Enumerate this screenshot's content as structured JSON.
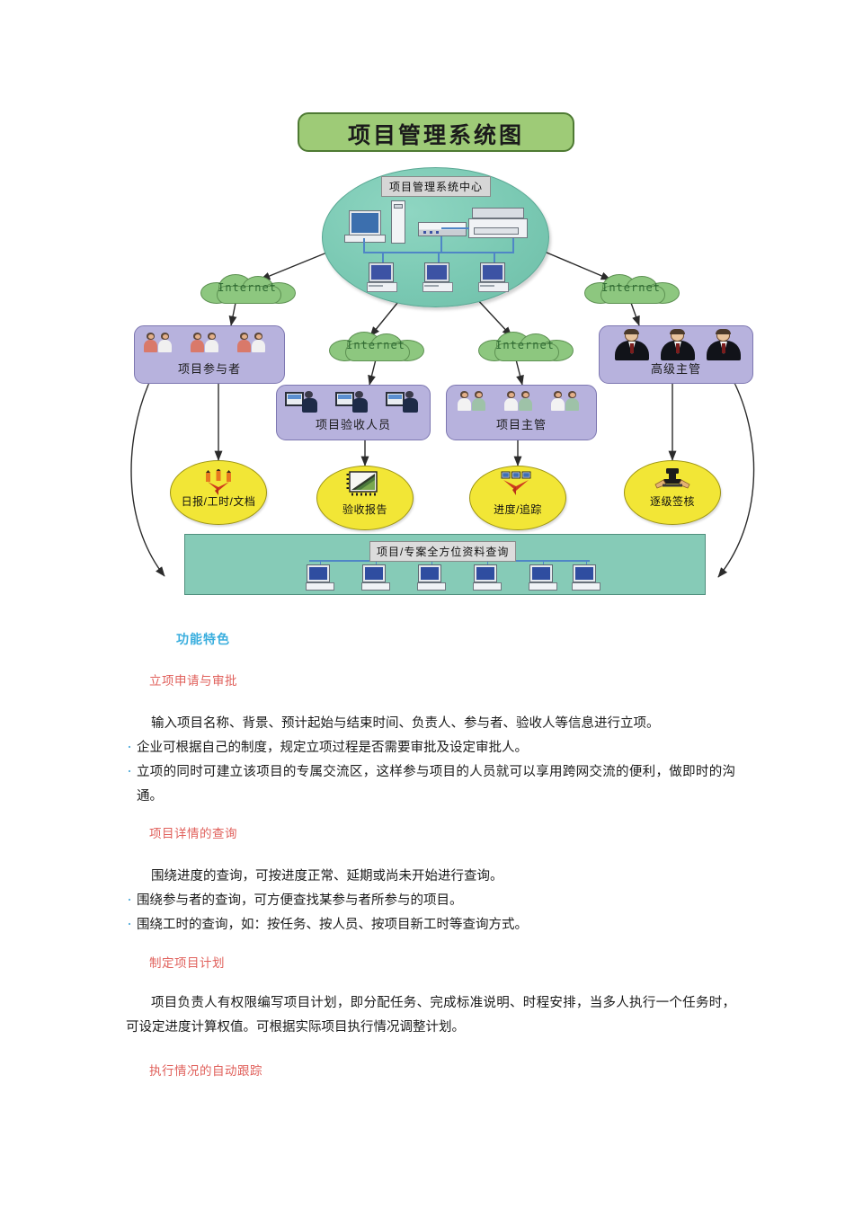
{
  "diagram": {
    "title": "项目管理系统图",
    "center": {
      "label": "项目管理系统中心"
    },
    "clouds": [
      {
        "label": "Internet"
      },
      {
        "label": "Internet"
      },
      {
        "label": "Internet"
      },
      {
        "label": "Internet"
      }
    ],
    "roles": [
      {
        "label": "项目参与者"
      },
      {
        "label": "项目验收人员"
      },
      {
        "label": "项目主管"
      },
      {
        "label": "高级主管"
      }
    ],
    "functions": [
      {
        "label": "日报/工时/文档",
        "icon": "docs-icon"
      },
      {
        "label": "验收报告",
        "icon": "report-chart-icon"
      },
      {
        "label": "进度/追踪",
        "icon": "tracking-icon"
      },
      {
        "label": "逐级签核",
        "icon": "signoff-icon"
      }
    ],
    "query": {
      "label": "项目/专案全方位资料查询",
      "workstation_count": 6
    },
    "colors": {
      "title_green": "#9ecb77",
      "center_teal": "#79c8b2",
      "cloud_green": "#8dc77f",
      "role_purple": "#b7b2dd",
      "function_yellow": "#f2e636",
      "query_teal": "#86cbb7"
    }
  },
  "content": {
    "feature_heading": "功能特色",
    "sections": [
      {
        "title": "立项申请与审批",
        "paragraph": "输入项目名称、背景、预计起始与结束时间、负责人、参与者、验收人等信息进行立项。",
        "bullets": [
          "企业可根据自己的制度，规定立项过程是否需要审批及设定审批人。",
          "立项的同时可建立该项目的专属交流区，这样参与项目的人员就可以享用跨网交流的便利，做即时的沟通。"
        ]
      },
      {
        "title": "项目详情的查询",
        "paragraph": "围绕进度的查询，可按进度正常、延期或尚未开始进行查询。",
        "bullets": [
          "围绕参与者的查询，可方便查找某参与者所参与的项目。",
          "围绕工时的查询，如：按任务、按人员、按项目新工时等查询方式。"
        ]
      },
      {
        "title": "制定项目计划",
        "paragraph": "项目负责人有权限编写项目计划，即分配任务、完成标准说明、时程安排，当多人执行一个任务时，可设定进度计算权值。可根据实际项目执行情况调整计划。",
        "bullets": []
      },
      {
        "title": "执行情况的自动跟踪",
        "paragraph": "",
        "bullets": []
      }
    ]
  }
}
